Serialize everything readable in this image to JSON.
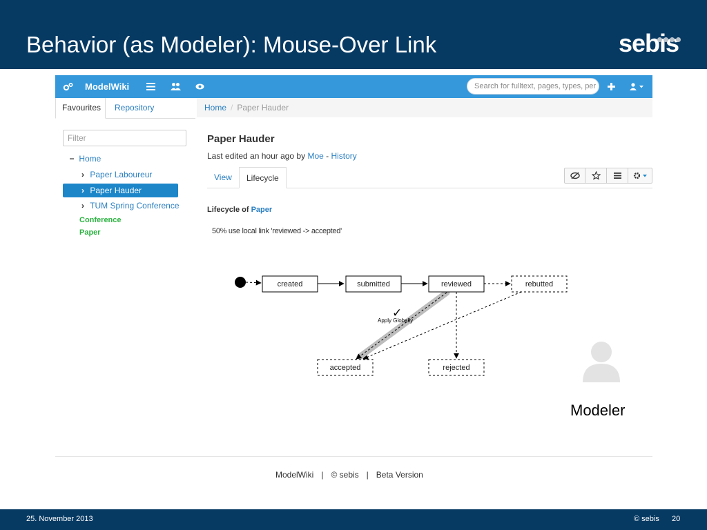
{
  "slide": {
    "title": "Behavior (as Modeler): Mouse-Over Link",
    "logo": "sebis",
    "footer_date": "25. November 2013",
    "footer_copyright": "© sebis",
    "page_number": "20"
  },
  "navbar": {
    "brand": "ModelWiki",
    "search_placeholder": "Search for fulltext, pages, types, per",
    "colors": {
      "navbar_bg": "#3498db"
    }
  },
  "sidebar": {
    "tabs": [
      {
        "label": "Favourites",
        "active": true
      },
      {
        "label": "Repository",
        "active": false
      }
    ],
    "filter_placeholder": "Filter",
    "tree": [
      {
        "label": "Home",
        "glyph": "−",
        "level": 0
      },
      {
        "label": "Paper Laboureur",
        "glyph": "›",
        "level": 1
      },
      {
        "label": "Paper Hauder",
        "glyph": "›",
        "level": 1,
        "selected": true
      },
      {
        "label": "TUM Spring Conference",
        "glyph": "›",
        "level": 1
      }
    ],
    "types": [
      "Conference",
      "Paper"
    ]
  },
  "breadcrumb": {
    "home": "Home",
    "separator": "/",
    "current": "Paper Hauder"
  },
  "page": {
    "title": "Paper Hauder",
    "edit_prefix": "Last edited an hour ago by ",
    "editor": "Moe",
    "edit_separator": " - ",
    "history": "History",
    "tabs": [
      {
        "label": "View",
        "active": false
      },
      {
        "label": "Lifecycle",
        "active": true
      }
    ],
    "lifecycle_prefix": "Lifecycle of ",
    "lifecycle_type": "Paper",
    "usage_note": "50% use local link 'reviewed -> accepted'"
  },
  "diagram": {
    "states": [
      "created",
      "submitted",
      "reviewed",
      "rebutted",
      "accepted",
      "rejected"
    ],
    "hover_action": "Apply Globally",
    "hover_check": "✓"
  },
  "actor": {
    "label": "Modeler"
  },
  "footer": {
    "links": [
      "ModelWiki",
      "© sebis",
      "Beta Version"
    ],
    "separator": "|"
  }
}
